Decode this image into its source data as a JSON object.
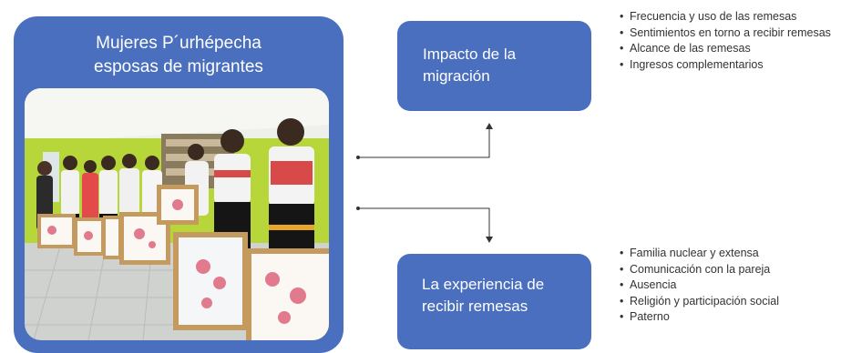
{
  "main": {
    "title_line1": "Mujeres P´urhépecha",
    "title_line2": "esposas de migrantes"
  },
  "boxes": [
    {
      "line1": "Impacto de la",
      "line2": "migración"
    },
    {
      "line1": "La experiencia de",
      "line2": "recibir remesas"
    }
  ],
  "lists": {
    "top": [
      "Frecuencia y uso de las remesas",
      "Sentimientos en torno a recibir remesas",
      "Alcance de las remesas",
      "Ingresos complementarios"
    ],
    "bottom": [
      "Familia nuclear y extensa",
      "Comunicación con la pareja",
      "Ausencia",
      "Religión y participación social",
      "Paterno"
    ]
  },
  "colors": {
    "box": "#4a6fbf",
    "wall": "#b7d63a",
    "ceiling": "#eef0ec"
  }
}
